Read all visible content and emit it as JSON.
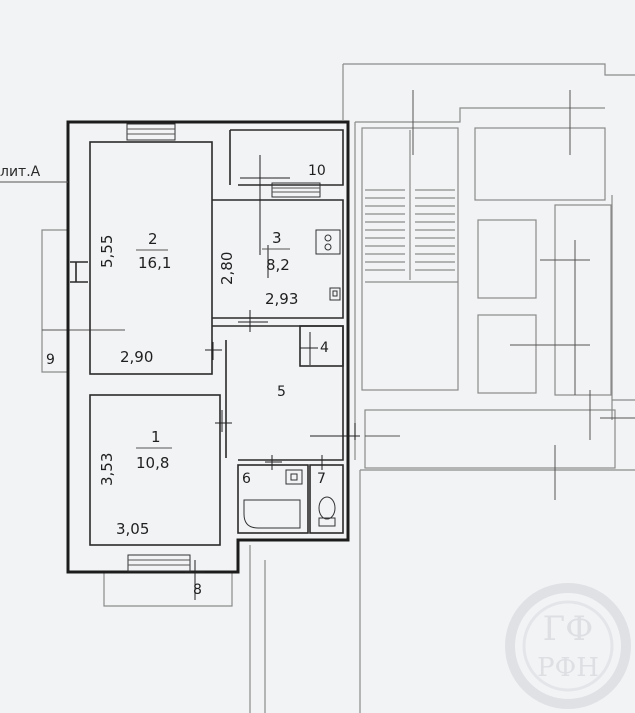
{
  "building_label": "лит.А",
  "rooms": [
    {
      "id": "2",
      "number": "2",
      "area": "16,1",
      "width": "2,90",
      "height": "5,55"
    },
    {
      "id": "1",
      "number": "1",
      "area": "10,8",
      "width": "3,05",
      "height": "3,53"
    },
    {
      "id": "3",
      "number": "3",
      "area": "8,2",
      "width": "2,93",
      "height": "2,80"
    },
    {
      "id": "4",
      "number": "4"
    },
    {
      "id": "5",
      "number": "5"
    },
    {
      "id": "6",
      "number": "6"
    },
    {
      "id": "7",
      "number": "7"
    },
    {
      "id": "8",
      "number": "8"
    },
    {
      "id": "9",
      "number": "9"
    },
    {
      "id": "10",
      "number": "10"
    }
  ],
  "watermark": {
    "top_text": "ГФ",
    "bottom_text": "РФН"
  },
  "colors": {
    "background": "#f2f3f5",
    "wall": "#1c1c1c",
    "neighbour": "#8a8a8a"
  }
}
